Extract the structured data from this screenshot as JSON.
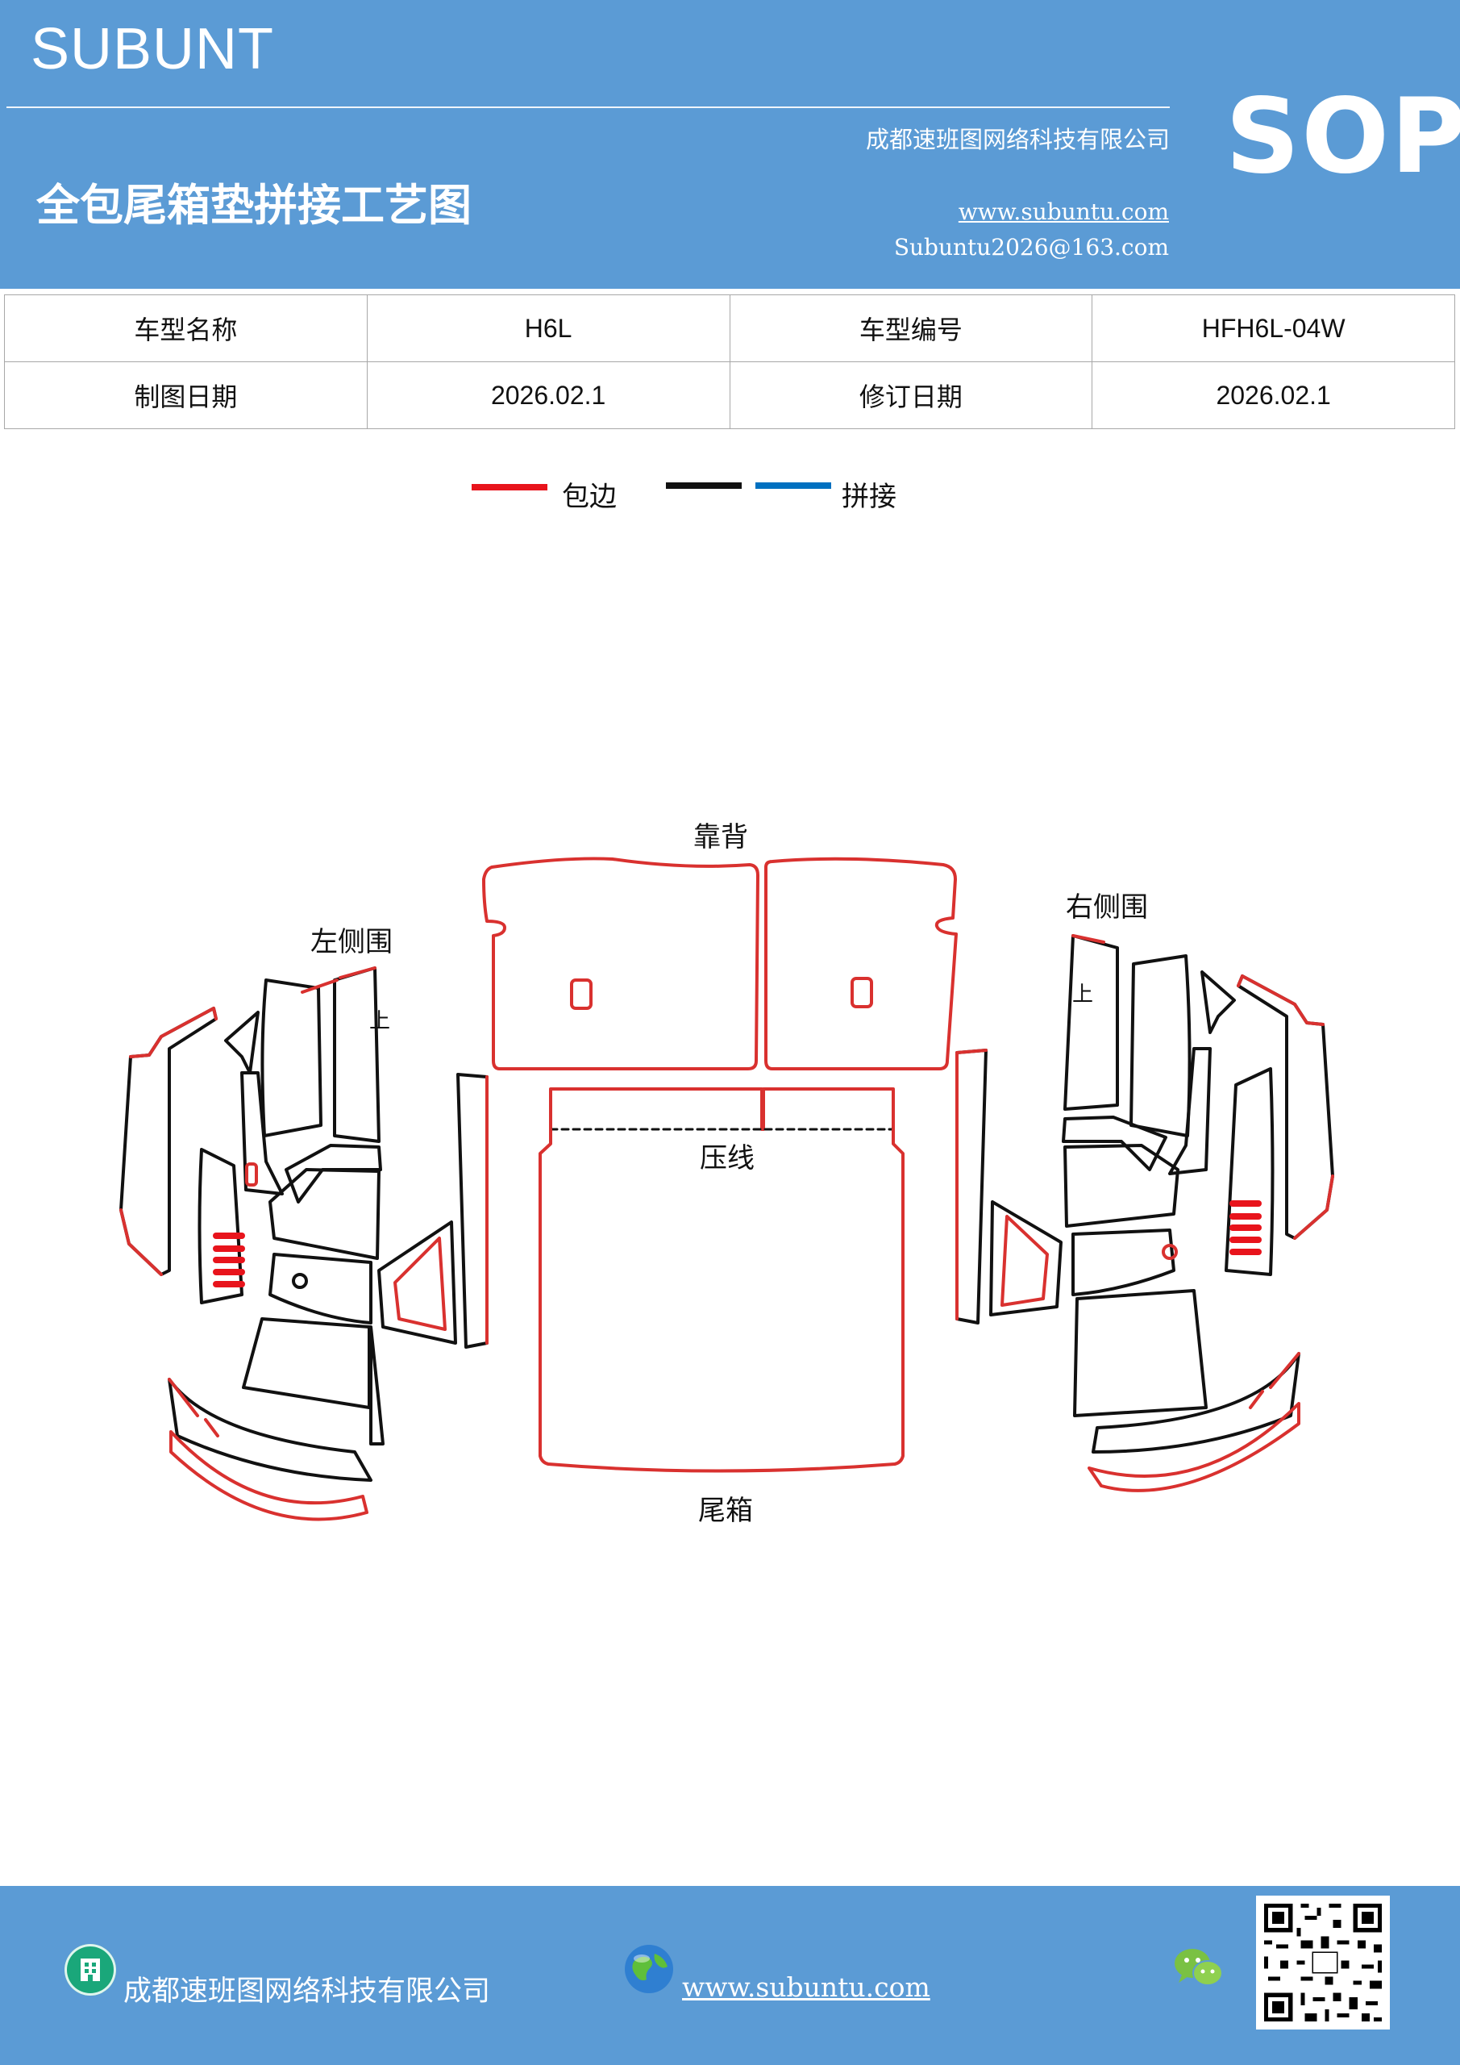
{
  "colors": {
    "header_blue": "#5b9bd5",
    "edge_red": "#d9312f",
    "line_black": "#111111",
    "splice_blue": "#0070c0"
  },
  "header": {
    "brand": "SUBUNT",
    "company": "成都速班图网络科技有限公司",
    "badge": "SOP",
    "title": "全包尾箱垫拼接工艺图",
    "website": "www.subuntu.com",
    "email": "Subuntu2026@163.com"
  },
  "info": {
    "rows": [
      [
        "车型名称",
        "H6L",
        "车型编号",
        "HFH6L-04W"
      ],
      [
        "制图日期",
        "2026.02.1",
        "修订日期",
        "2026.02.1"
      ]
    ]
  },
  "legend": {
    "items": [
      {
        "label": "包边",
        "color": "#e8141c"
      },
      {
        "label": "",
        "color": "#111111"
      },
      {
        "label": "拼接",
        "color": "#0070c0"
      }
    ]
  },
  "drawing": {
    "label_backrest": "靠背",
    "label_left": "左侧围",
    "label_right": "右侧围",
    "label_crease": "压线",
    "label_trunk": "尾箱",
    "mark_up": "上"
  },
  "footer": {
    "company": "成都速班图网络科技有限公司",
    "website": "www.subuntu.com ",
    "icons": [
      "building-icon",
      "globe-icon",
      "wechat-icon",
      "qr-code"
    ]
  }
}
